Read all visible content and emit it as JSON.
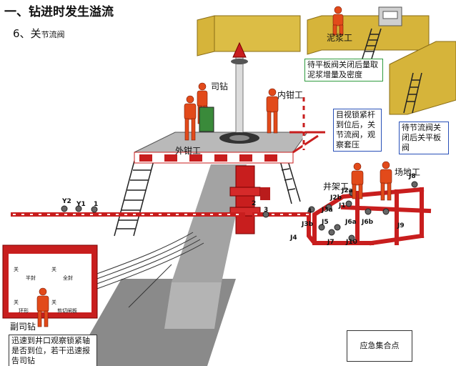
{
  "title": "一、钻进时发生溢流",
  "step": {
    "number": "6、",
    "big": "关",
    "small": "节流阀"
  },
  "roles": {
    "driller": "司钻",
    "inner_tong": "内钳工",
    "outer_tong": "外钳工",
    "mud": "泥浆工",
    "derrick": "井架工",
    "yard": "场地工",
    "assistant": "副司钻"
  },
  "notes": {
    "mud": "待平板阀关闭后量取泥浆增量及密度",
    "derrick": "目视锁紧杆到位后，关节流阀，观察套压",
    "yard": "待节流阀关闭后关平板阀",
    "assistant": "迅速到井口观察锁紧轴是否到位，若干迅速报告司钻",
    "assembly": "应急集合点"
  },
  "valves": [
    "Y2",
    "Y1",
    "1",
    "2",
    "3",
    "4",
    "J2b",
    "J2a",
    "J3a",
    "J3b",
    "J1",
    "J4",
    "J5",
    "J6a",
    "J6b",
    "J7",
    "J8",
    "J9",
    "J10"
  ],
  "panel": {
    "items": [
      "半封",
      "全封",
      "环形",
      "剪切闸板"
    ],
    "labels": [
      "关",
      "关",
      "关",
      "关"
    ]
  },
  "colors": {
    "tank": "#d6b43a",
    "rig": "#c81e1e",
    "worker": "#e24a1a",
    "note_green": "#2e9a3e",
    "note_blue": "#2850b8"
  }
}
